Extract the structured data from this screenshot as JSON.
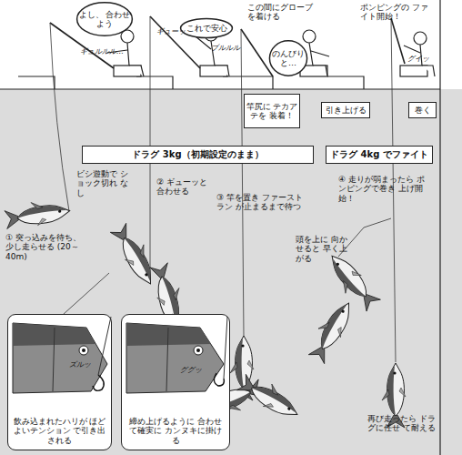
{
  "diagram": {
    "nodes": [
      {
        "text": [
          "よし、 合わせよう"
        ]
      },
      {
        "text": [
          "これで安心"
        ]
      },
      {
        "text": [
          "のんびりと…"
        ]
      },
      {
        "text": [
          "竿尻に テカアテを 装着！"
        ]
      },
      {
        "text": [
          "引き上げる"
        ]
      },
      {
        "text": [
          "巻く"
        ]
      },
      {
        "text": [
          "ドラグ 3kg（初期設定のまま）"
        ]
      },
      {
        "text": [
          "ドラグ 4kg でファイト"
        ]
      },
      {
        "text": [
          "飲み込まれたハリが ほどよいテンション で引き出される"
        ]
      },
      {
        "text": [
          "締め上げるように 合わせて確実に カンヌキに掛ける"
        ]
      }
    ],
    "labels": [
      "この間にグローブ を着ける",
      "ポンピングの ファイト開始！",
      "ビシ遊動で ショック切れ なし",
      "① 突っ込みを待ち、 少し走らせる (20～40m)",
      "② ギューッと 合わせる",
      "③ 竿を置き ファーストラン が止まるまで待つ",
      "④ 走りが弱まったら ポンピングで巻き 上げ開始！",
      "頭を上に 向かせると 早く上がる",
      "再び走ったら ドラグに任せ て耐える",
      "ギュルルル…",
      "ギューッ",
      "ブルルル",
      "グイッ",
      "ズルッ",
      "ググッ"
    ]
  }
}
